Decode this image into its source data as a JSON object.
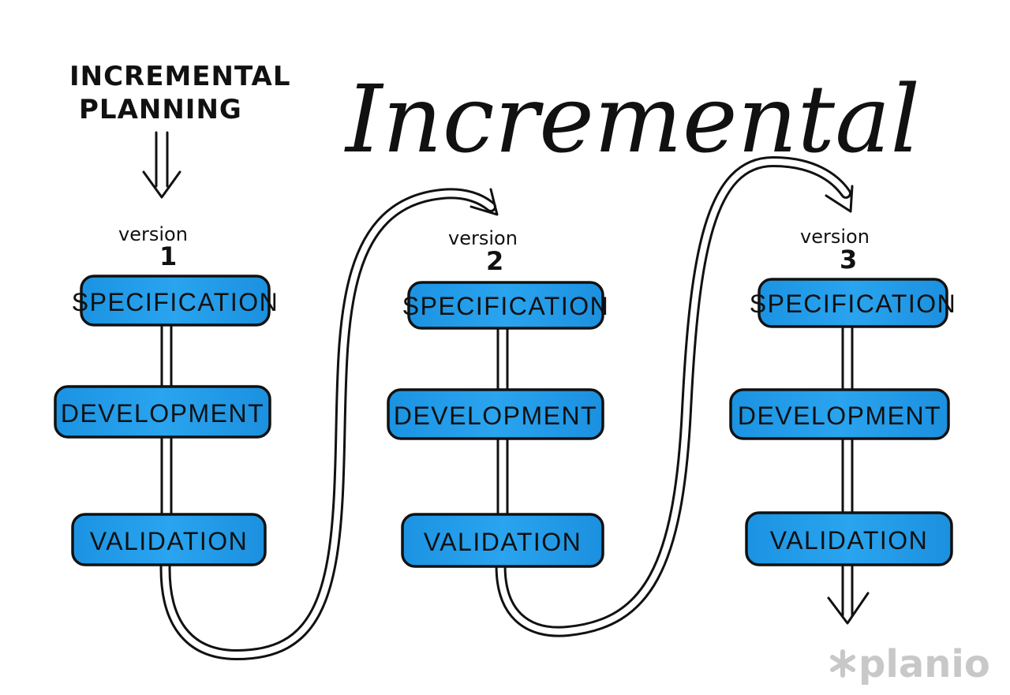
{
  "heading": {
    "line1": "INCREMENTAL",
    "line2": "PLANNING"
  },
  "title": "Incremental",
  "versions": [
    {
      "label": "version",
      "number": "1",
      "stages": [
        "SPECIFICATION",
        "DEVELOPMENT",
        "VALIDATION"
      ]
    },
    {
      "label": "version",
      "number": "2",
      "stages": [
        "SPECIFICATION",
        "DEVELOPMENT",
        "VALIDATION"
      ]
    },
    {
      "label": "version",
      "number": "3",
      "stages": [
        "SPECIFICATION",
        "DEVELOPMENT",
        "VALIDATION"
      ]
    }
  ],
  "brand": {
    "icon": "asterisk-icon",
    "name": "planio"
  },
  "colors": {
    "box_fill": "#1e9bea",
    "box_highlight": "#6cc3f5",
    "outline": "#111111",
    "brand": "#c8c8c8"
  }
}
